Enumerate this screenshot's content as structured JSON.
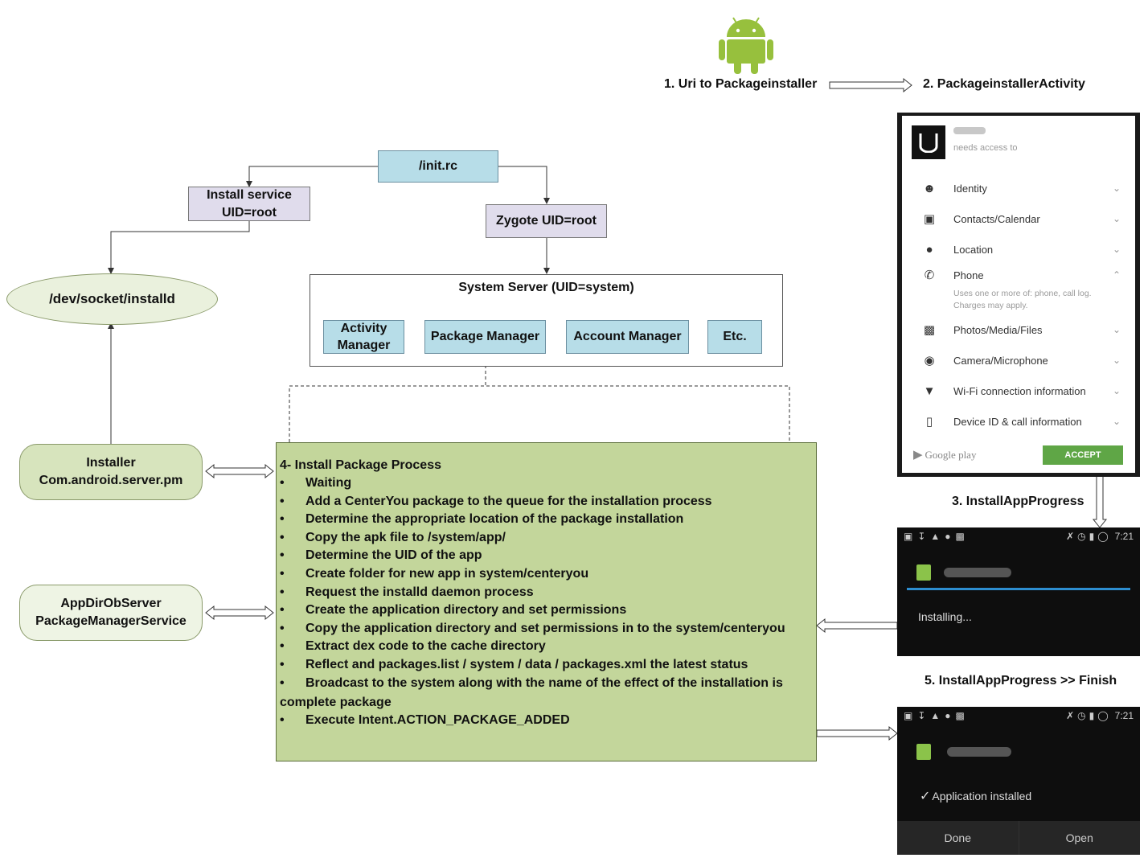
{
  "steps": {
    "step1": "1. Uri to Packageinstaller",
    "step2": "2. PackageinstallerActivity",
    "step3": "3. InstallAppProgress",
    "step5": "5. InstallAppProgress >> Finish"
  },
  "boxes": {
    "init_rc": "/init.rc",
    "install_service_line1": "Install service",
    "install_service_line2": "UID=root",
    "zygote": "Zygote UID=root",
    "dev_socket": "/dev/socket/installd",
    "system_server_title": "System Server (UID=system)",
    "activity_manager_line1": "Activity",
    "activity_manager_line2": "Manager",
    "package_manager": "Package Manager",
    "account_manager": "Account Manager",
    "etc": "Etc.",
    "installer_line1": "Installer",
    "installer_line2": "Com.android.server.pm",
    "appdir_line1": "AppDirObServer",
    "appdir_line2": "PackageManagerService"
  },
  "process": {
    "title": "4- Install Package Process",
    "bullet": "•",
    "items": [
      "Waiting",
      "Add a CenterYou package to the queue for the installation process",
      "Determine the appropriate location of the package installation",
      "Copy the apk file to /system/app/",
      "Determine the UID of the app",
      "Create folder for new app in system/centeryou",
      "Request the installd daemon process",
      "Create the application directory and set permissions",
      "Copy the application directory and set permissions in to the system/centeryou",
      "Extract dex code to the cache directory",
      "Reflect and packages.list / system / data / packages.xml the latest status",
      "Broadcast to the system along with the name of the effect of the installation is"
    ],
    "continuation": "complete package",
    "last_item": "Execute Intent.ACTION_PACKAGE_ADDED"
  },
  "permission_screen": {
    "needs_access": "needs access to",
    "rows": [
      {
        "label": "Identity",
        "icon": "person-icon"
      },
      {
        "label": "Contacts/Calendar",
        "icon": "contacts-icon"
      },
      {
        "label": "Location",
        "icon": "location-pin-icon"
      },
      {
        "label": "Phone",
        "icon": "phone-icon"
      },
      {
        "label": "Photos/Media/Files",
        "icon": "photos-icon"
      },
      {
        "label": "Camera/Microphone",
        "icon": "camera-icon"
      },
      {
        "label": "Wi-Fi connection information",
        "icon": "wifi-icon"
      },
      {
        "label": "Device ID & call information",
        "icon": "device-id-icon"
      }
    ],
    "phone_note_line1": "Uses one or more of: phone, call log.",
    "phone_note_line2": "Charges may apply.",
    "google_play": "Google play",
    "accept": "ACCEPT",
    "accept_color": "#5fa646"
  },
  "installing_screen": {
    "time": "7:21",
    "status": "Installing..."
  },
  "finished_screen": {
    "time": "7:21",
    "status": "Application installed",
    "done": "Done",
    "open": "Open"
  }
}
